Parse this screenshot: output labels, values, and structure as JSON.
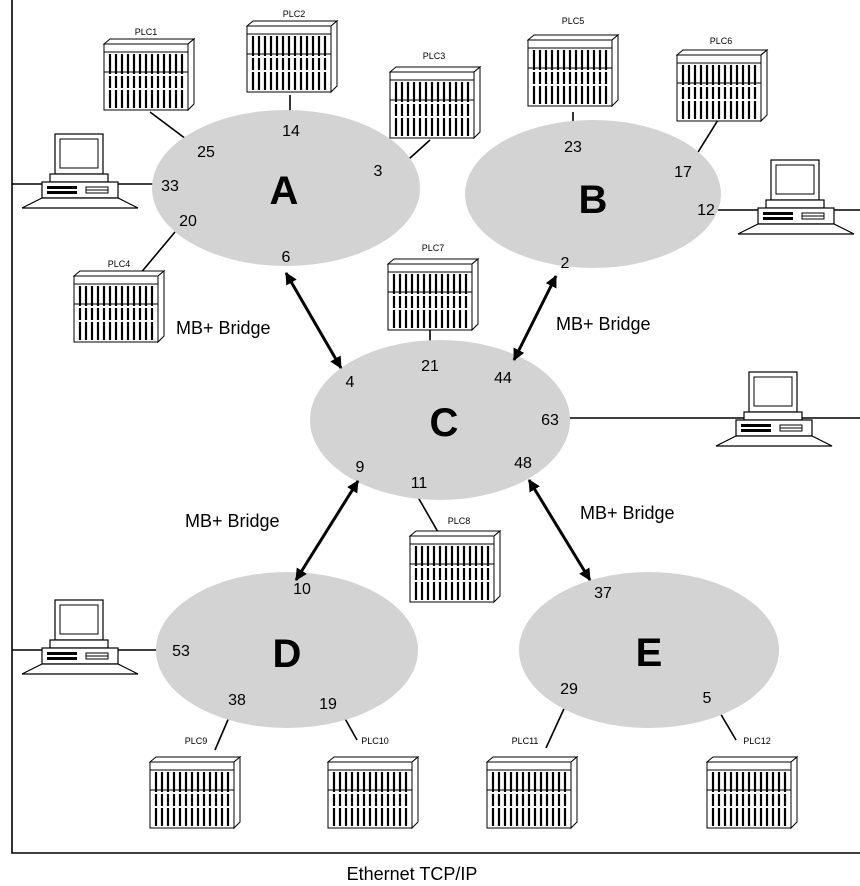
{
  "footer_label": "Ethernet TCP/IP",
  "bridge_label": "MB+ Bridge",
  "networks": [
    {
      "id": "A",
      "label": "A",
      "addresses": [
        "25",
        "14",
        "3",
        "33",
        "20",
        "6"
      ]
    },
    {
      "id": "B",
      "label": "B",
      "addresses": [
        "23",
        "17",
        "12",
        "2"
      ]
    },
    {
      "id": "C",
      "label": "C",
      "addresses": [
        "4",
        "21",
        "44",
        "63",
        "9",
        "11",
        "48"
      ]
    },
    {
      "id": "D",
      "label": "D",
      "addresses": [
        "10",
        "53",
        "38",
        "19"
      ]
    },
    {
      "id": "E",
      "label": "E",
      "addresses": [
        "37",
        "29",
        "5"
      ]
    }
  ],
  "plcs": [
    "PLC1",
    "PLC2",
    "PLC3",
    "PLC4",
    "PLC5",
    "PLC6",
    "PLC7",
    "PLC8",
    "PLC9",
    "PLC10",
    "PLC11",
    "PLC12"
  ],
  "icons": {
    "plc": "plc-rack-icon",
    "pc": "computer-workstation-icon",
    "arrow": "bridge-arrow-icon"
  },
  "colors": {
    "network_fill": "#d3d3d3",
    "line": "#000000"
  }
}
